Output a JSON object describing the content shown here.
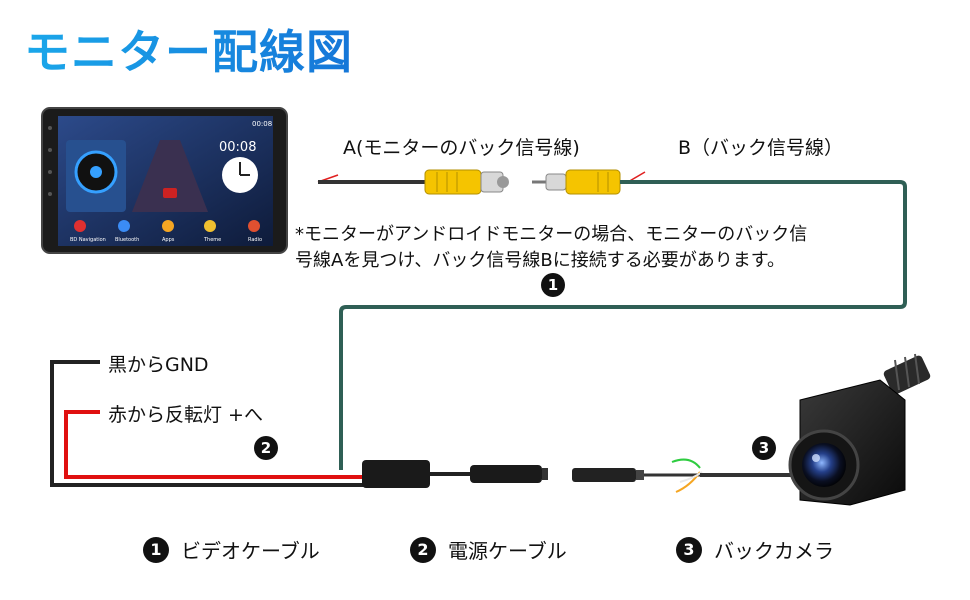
{
  "title": "モニター配線図",
  "monitor": {
    "time": "00:08",
    "clock_digital": "00:08",
    "apps": [
      "BD Navigation",
      "Bluetooth",
      "Apps",
      "Theme",
      "Radio"
    ]
  },
  "labels": {
    "a_cable": "A(モニターのバック信号線)",
    "b_cable": "B（バック信号線）",
    "note_line1": "*モニターがアンドロイドモニターの場合、モニターのバック信",
    "note_line2": "号線Aを見つけ、バック信号線Bに接続する必要があります。",
    "black_wire": "黒からGND",
    "red_wire": "赤から反転灯 +へ"
  },
  "badges": {
    "one": "1",
    "two": "2",
    "three": "3"
  },
  "legend": [
    {
      "num": "1",
      "label": "ビデオケーブル"
    },
    {
      "num": "2",
      "label": "電源ケーブル"
    },
    {
      "num": "3",
      "label": "バックカメラ"
    }
  ],
  "colors": {
    "title_start": "#1aa7ea",
    "title_end": "#1576d8",
    "video_cable": "#2f5f55",
    "rca_yellow": "#f5c400",
    "red_wire": "#e01010",
    "black_wire": "#222222"
  }
}
